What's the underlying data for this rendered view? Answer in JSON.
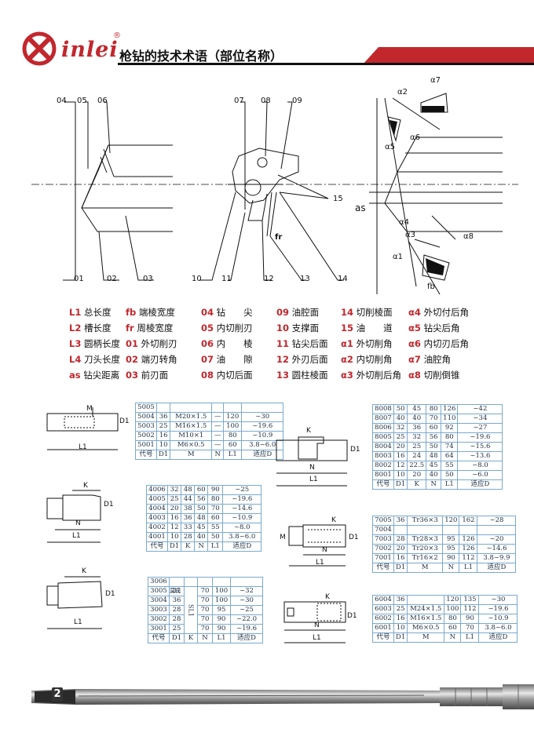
{
  "header": {
    "brand": "inlei",
    "registered": "®",
    "title": "枪钻的技术术语（部位名称）"
  },
  "colors": {
    "accent": "#c1272d",
    "table_border": "#7aa9cf"
  },
  "diagram": {
    "left_labels_top": [
      "04",
      "05",
      "06"
    ],
    "left_labels_bottom": [
      "01",
      "02",
      "03"
    ],
    "mid_labels_top": [
      "07",
      "08",
      "09"
    ],
    "mid_labels_bottom": [
      "10",
      "11",
      "12",
      "13",
      "14"
    ],
    "mid_label_15": "15",
    "mid_label_fr": "fr",
    "right_labels": [
      "α7",
      "α2",
      "α6",
      "α5",
      "as",
      "α4",
      "α3",
      "α8",
      "α1",
      "fb"
    ]
  },
  "terms": [
    [
      "L1",
      "总长度"
    ],
    [
      "fb",
      "端棱宽度"
    ],
    [
      "04",
      "钻　　尖"
    ],
    [
      "09",
      "油腔面"
    ],
    [
      "14",
      "切削棱面"
    ],
    [
      "α4",
      "外切付后角"
    ],
    [
      "L2",
      "槽长度"
    ],
    [
      "fr",
      "周棱宽度"
    ],
    [
      "05",
      "内切削刃"
    ],
    [
      "10",
      "支撑面"
    ],
    [
      "15",
      "油　　道"
    ],
    [
      "α5",
      "钻尖后角"
    ],
    [
      "L3",
      "圆柄长度"
    ],
    [
      "01",
      "外切削刃"
    ],
    [
      "06",
      "内　　棱"
    ],
    [
      "11",
      "钻尖后面"
    ],
    [
      "α1",
      "外切削角"
    ],
    [
      "α6",
      "内切刃后角"
    ],
    [
      "L4",
      "刀头长度"
    ],
    [
      "02",
      "端刃转角"
    ],
    [
      "07",
      "油　　隙"
    ],
    [
      "12",
      "外刃后面"
    ],
    [
      "α2",
      "内切削角"
    ],
    [
      "α7",
      "油腔角"
    ],
    [
      "as",
      "钻尖距离"
    ],
    [
      "03",
      "前刃面"
    ],
    [
      "08",
      "内切后面"
    ],
    [
      "13",
      "圆柱棱面"
    ],
    [
      "α3",
      "外切削后角"
    ],
    [
      "α8",
      "切削倒锥"
    ]
  ],
  "sketch_labels": {
    "s5000": [
      "M",
      "D1",
      "L1"
    ],
    "s4000": [
      "K",
      "D1",
      "N",
      "L1"
    ],
    "s3000": [
      "K",
      "D1",
      "L1"
    ],
    "s8000": [
      "K",
      "D1",
      "N",
      "L1"
    ],
    "s7000": [
      "K",
      "M",
      "D1",
      "N",
      "L1"
    ],
    "s6000": [
      "K",
      "D1",
      "N",
      "L1"
    ]
  },
  "tables": {
    "t5000": {
      "rows": [
        [
          "5005",
          "",
          "",
          "",
          "",
          ""
        ],
        [
          "5004",
          "36",
          "M20×1.5",
          "—",
          "120",
          "~30"
        ],
        [
          "5003",
          "25",
          "M16×1.5",
          "—",
          "100",
          "~19.6"
        ],
        [
          "5002",
          "16",
          "M10×1",
          "—",
          "80",
          "~10.9"
        ],
        [
          "5001",
          "10",
          "M6×0.5",
          "—",
          "60",
          "3.8~6.0"
        ]
      ],
      "head": [
        "代号",
        "D1",
        "M",
        "N",
        "L1",
        "适应D"
      ]
    },
    "t4000": {
      "rows": [
        [
          "4006",
          "32",
          "48",
          "60",
          "90",
          "~25"
        ],
        [
          "4005",
          "25",
          "44",
          "56",
          "80",
          "~19.6"
        ],
        [
          "4004",
          "20",
          "38",
          "50",
          "70",
          "~14.6"
        ],
        [
          "4003",
          "16",
          "36",
          "48",
          "60",
          "~10.9"
        ],
        [
          "4002",
          "12",
          "33",
          "45",
          "55",
          "~8.0"
        ],
        [
          "4001",
          "10",
          "28",
          "40",
          "50",
          "3.8~6.0"
        ]
      ],
      "head": [
        "代号",
        "D1",
        "K",
        "N",
        "L1",
        "适应D"
      ]
    },
    "t3000": {
      "rows": [
        [
          "3006",
          "",
          "",
          "",
          "",
          ""
        ],
        [
          "3005",
          "32",
          "70",
          "100",
          "~32"
        ],
        [
          "3004",
          "36",
          "70",
          "100",
          "~30"
        ],
        [
          "3003",
          "28",
          "70",
          "95",
          "~25"
        ],
        [
          "3002",
          "28",
          "70",
          "90",
          "~22.0"
        ],
        [
          "3001",
          "25",
          "70",
          "90",
          "~19.6"
        ]
      ],
      "k_merge": "莫氏1",
      "k_merge_left": "莫氏",
      "k_merge_mid": "SL1",
      "head": [
        "代号",
        "D1",
        "K",
        "N",
        "L1",
        "适应D"
      ]
    },
    "t8000": {
      "rows": [
        [
          "8008",
          "50",
          "45",
          "80",
          "126",
          "~42"
        ],
        [
          "8007",
          "40",
          "40",
          "70",
          "110",
          "~34"
        ],
        [
          "8006",
          "32",
          "36",
          "60",
          "92",
          "~27"
        ],
        [
          "8005",
          "25",
          "32",
          "56",
          "80",
          "~19.6"
        ],
        [
          "8004",
          "20",
          "25",
          "50",
          "74",
          "~15.6"
        ],
        [
          "8003",
          "16",
          "24",
          "48",
          "64",
          "~13.6"
        ],
        [
          "8002",
          "12",
          "22.5",
          "45",
          "55",
          "~8.0"
        ],
        [
          "8001",
          "10",
          "20",
          "40",
          "50",
          "~6.0"
        ]
      ],
      "head": [
        "代号",
        "D1",
        "K",
        "N",
        "L1",
        "适应D"
      ]
    },
    "t7000": {
      "rows": [
        [
          "7005",
          "36",
          "Tr36×3",
          "120",
          "162",
          "~28"
        ],
        [
          "7004",
          "",
          "",
          "",
          "",
          ""
        ],
        [
          "7003",
          "28",
          "Tr28×3",
          "95",
          "126",
          "~20"
        ],
        [
          "7002",
          "20",
          "Tr20×3",
          "95",
          "126",
          "~14.6"
        ],
        [
          "7001",
          "16",
          "Tr16×2",
          "90",
          "112",
          "3.8~9.9"
        ]
      ],
      "head": [
        "代号",
        "D1",
        "M",
        "N",
        "L1",
        "适应D"
      ]
    },
    "t6000": {
      "rows": [
        [
          "6004",
          "36",
          "",
          "120",
          "135",
          "~30"
        ],
        [
          "6003",
          "25",
          "M24×1.5",
          "100",
          "112",
          "~19.6"
        ],
        [
          "6002",
          "16",
          "M16×1.5",
          "80",
          "90",
          "~10.9"
        ],
        [
          "6001",
          "10",
          "M6×0.5",
          "60",
          "70",
          "3.8~6.0"
        ]
      ],
      "head": [
        "代号",
        "D1",
        "M",
        "N",
        "L1",
        "适应D"
      ]
    }
  },
  "drill": {
    "number": "2"
  }
}
